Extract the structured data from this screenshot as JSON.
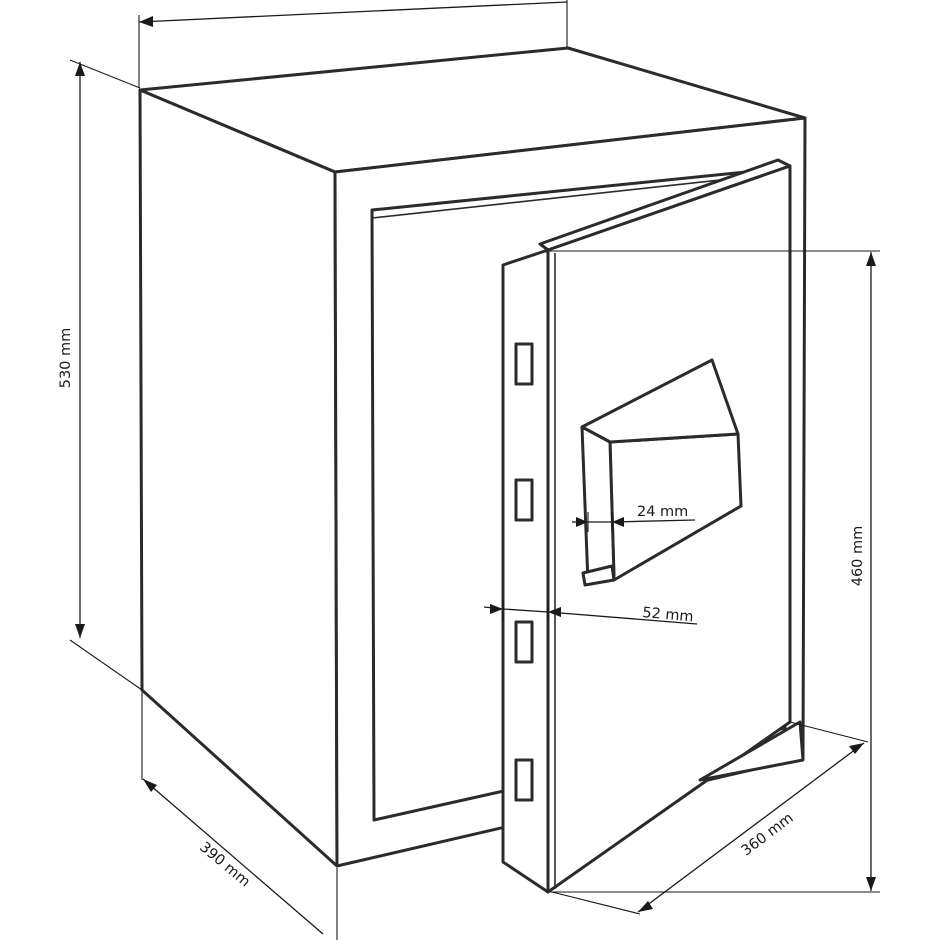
{
  "dimensions": {
    "height_overall": "530 mm",
    "depth": "390 mm",
    "door_height": "460 mm",
    "door_width": "360 mm",
    "door_thickness": "52 mm",
    "handle_thickness": "24 mm"
  },
  "colors": {
    "line": "#2b2b2b",
    "background": "#ffffff"
  }
}
